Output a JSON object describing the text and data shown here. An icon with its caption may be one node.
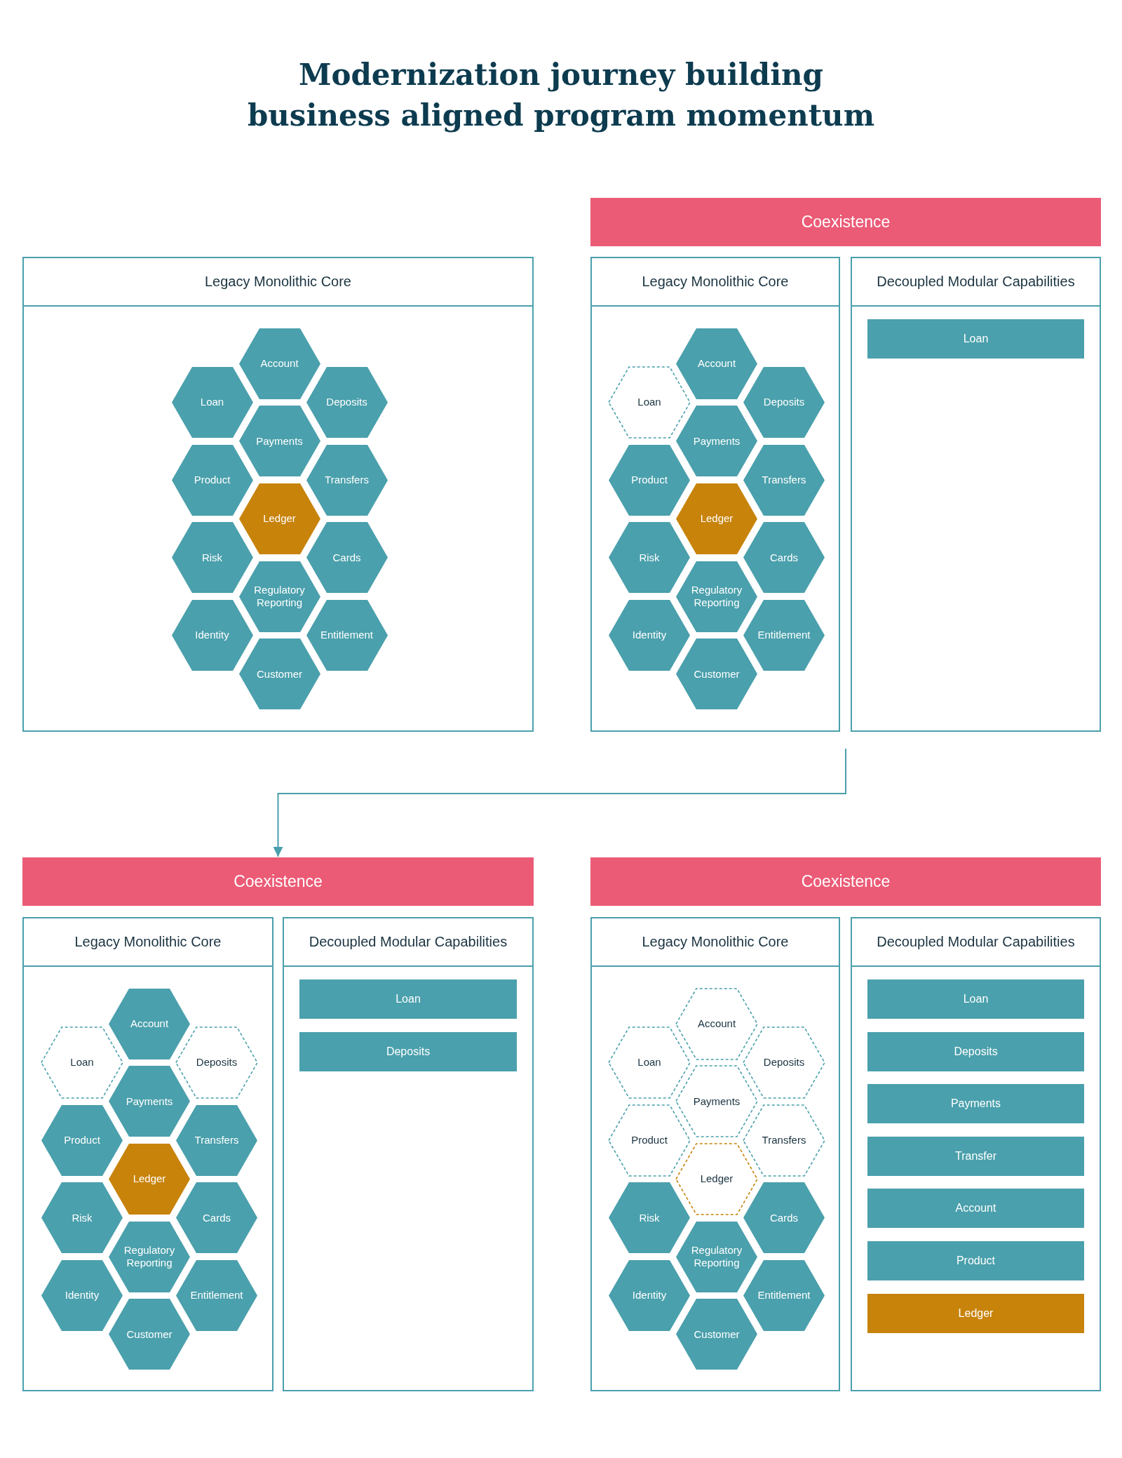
{
  "diagram": {
    "title": "Modernization journey building business aligned program momentum",
    "nodes": [
      {
        "text": [
          "Coexistence"
        ]
      },
      {
        "text": [
          "Legacy Monolithic Core"
        ]
      },
      {
        "text": [
          "Account"
        ],
        "in": 1
      },
      {
        "text": [
          "Loan"
        ],
        "in": 1
      },
      {
        "text": [
          "Deposits"
        ],
        "in": 1
      },
      {
        "text": [
          "Payments"
        ],
        "in": 1
      },
      {
        "text": [
          "Product"
        ],
        "in": 1
      },
      {
        "text": [
          "Transfers"
        ],
        "in": 1
      },
      {
        "text": [
          "Ledger"
        ],
        "in": 1
      },
      {
        "text": [
          "Risk"
        ],
        "in": 1
      },
      {
        "text": [
          "Cards"
        ],
        "in": 1
      },
      {
        "text": [
          "Regulatory Reporting"
        ],
        "in": 1
      },
      {
        "text": [
          "Identity"
        ],
        "in": 1
      },
      {
        "text": [
          "Entitlement"
        ],
        "in": 1
      },
      {
        "text": [
          "Customer"
        ],
        "in": 1
      },
      {
        "text": [
          "Legacy Monolithic Core"
        ]
      },
      {
        "text": [
          "Account"
        ],
        "in": 15
      },
      {
        "text": [
          "Loan"
        ],
        "in": 15
      },
      {
        "text": [
          "Deposits"
        ],
        "in": 15
      },
      {
        "text": [
          "Payments"
        ],
        "in": 15
      },
      {
        "text": [
          "Product"
        ],
        "in": 15
      },
      {
        "text": [
          "Transfers"
        ],
        "in": 15
      },
      {
        "text": [
          "Ledger"
        ],
        "in": 15
      },
      {
        "text": [
          "Risk"
        ],
        "in": 15
      },
      {
        "text": [
          "Cards"
        ],
        "in": 15
      },
      {
        "text": [
          "Regulatory Reporting"
        ],
        "in": 15
      },
      {
        "text": [
          "Identity"
        ],
        "in": 15
      },
      {
        "text": [
          "Entitlement"
        ],
        "in": 15
      },
      {
        "text": [
          "Customer"
        ],
        "in": 15
      },
      {
        "text": [
          "Decoupled Modular Capabilities"
        ]
      },
      {
        "text": [
          "Loan"
        ],
        "in": 29
      },
      {
        "text": [
          "Coexistence"
        ]
      },
      {
        "text": [
          "Coexistence"
        ]
      },
      {
        "text": [
          "Legacy Monolithic Core"
        ]
      },
      {
        "text": [
          "Account"
        ],
        "in": 33
      },
      {
        "text": [
          "Loan"
        ],
        "in": 33
      },
      {
        "text": [
          "Deposits"
        ],
        "in": 33
      },
      {
        "text": [
          "Payments"
        ],
        "in": 33
      },
      {
        "text": [
          "Product"
        ],
        "in": 33
      },
      {
        "text": [
          "Transfers"
        ],
        "in": 33
      },
      {
        "text": [
          "Ledger"
        ],
        "in": 33
      },
      {
        "text": [
          "Risk"
        ],
        "in": 33
      },
      {
        "text": [
          "Cards"
        ],
        "in": 33
      },
      {
        "text": [
          "Regulatory Reporting"
        ],
        "in": 33
      },
      {
        "text": [
          "Identity"
        ],
        "in": 33
      },
      {
        "text": [
          "Entitlement"
        ],
        "in": 33
      },
      {
        "text": [
          "Customer"
        ],
        "in": 33
      },
      {
        "text": [
          "Decoupled Modular Capabilities"
        ]
      },
      {
        "text": [
          "Loan"
        ],
        "in": 47
      },
      {
        "text": [
          "Deposits"
        ],
        "in": 47
      },
      {
        "text": [
          "Legacy Monolithic Core"
        ]
      },
      {
        "text": [
          "Account"
        ],
        "in": 50
      },
      {
        "text": [
          "Loan"
        ],
        "in": 50
      },
      {
        "text": [
          "Deposits"
        ],
        "in": 50
      },
      {
        "text": [
          "Payments"
        ],
        "in": 50
      },
      {
        "text": [
          "Product"
        ],
        "in": 50
      },
      {
        "text": [
          "Transfers"
        ],
        "in": 50
      },
      {
        "text": [
          "Ledger"
        ],
        "in": 50
      },
      {
        "text": [
          "Risk"
        ],
        "in": 50
      },
      {
        "text": [
          "Cards"
        ],
        "in": 50
      },
      {
        "text": [
          "Regulatory Reporting"
        ],
        "in": 50
      },
      {
        "text": [
          "Identity"
        ],
        "in": 50
      },
      {
        "text": [
          "Entitlement"
        ],
        "in": 50
      },
      {
        "text": [
          "Customer"
        ],
        "in": 50
      },
      {
        "text": [
          "Decoupled Modular Capabilities"
        ]
      },
      {
        "text": [
          "Loan"
        ],
        "in": 64
      },
      {
        "text": [
          "Deposits"
        ],
        "in": 64
      },
      {
        "text": [
          "Payments"
        ],
        "in": 64
      },
      {
        "text": [
          "Transfer"
        ],
        "in": 64
      },
      {
        "text": [
          "Account"
        ],
        "in": 64
      },
      {
        "text": [
          "Product"
        ],
        "in": 64
      },
      {
        "text": [
          "Ledger"
        ],
        "in": 64
      }
    ],
    "edges": [
      {
        "from": null,
        "to": 31,
        "arrow": "to"
      }
    ]
  }
}
